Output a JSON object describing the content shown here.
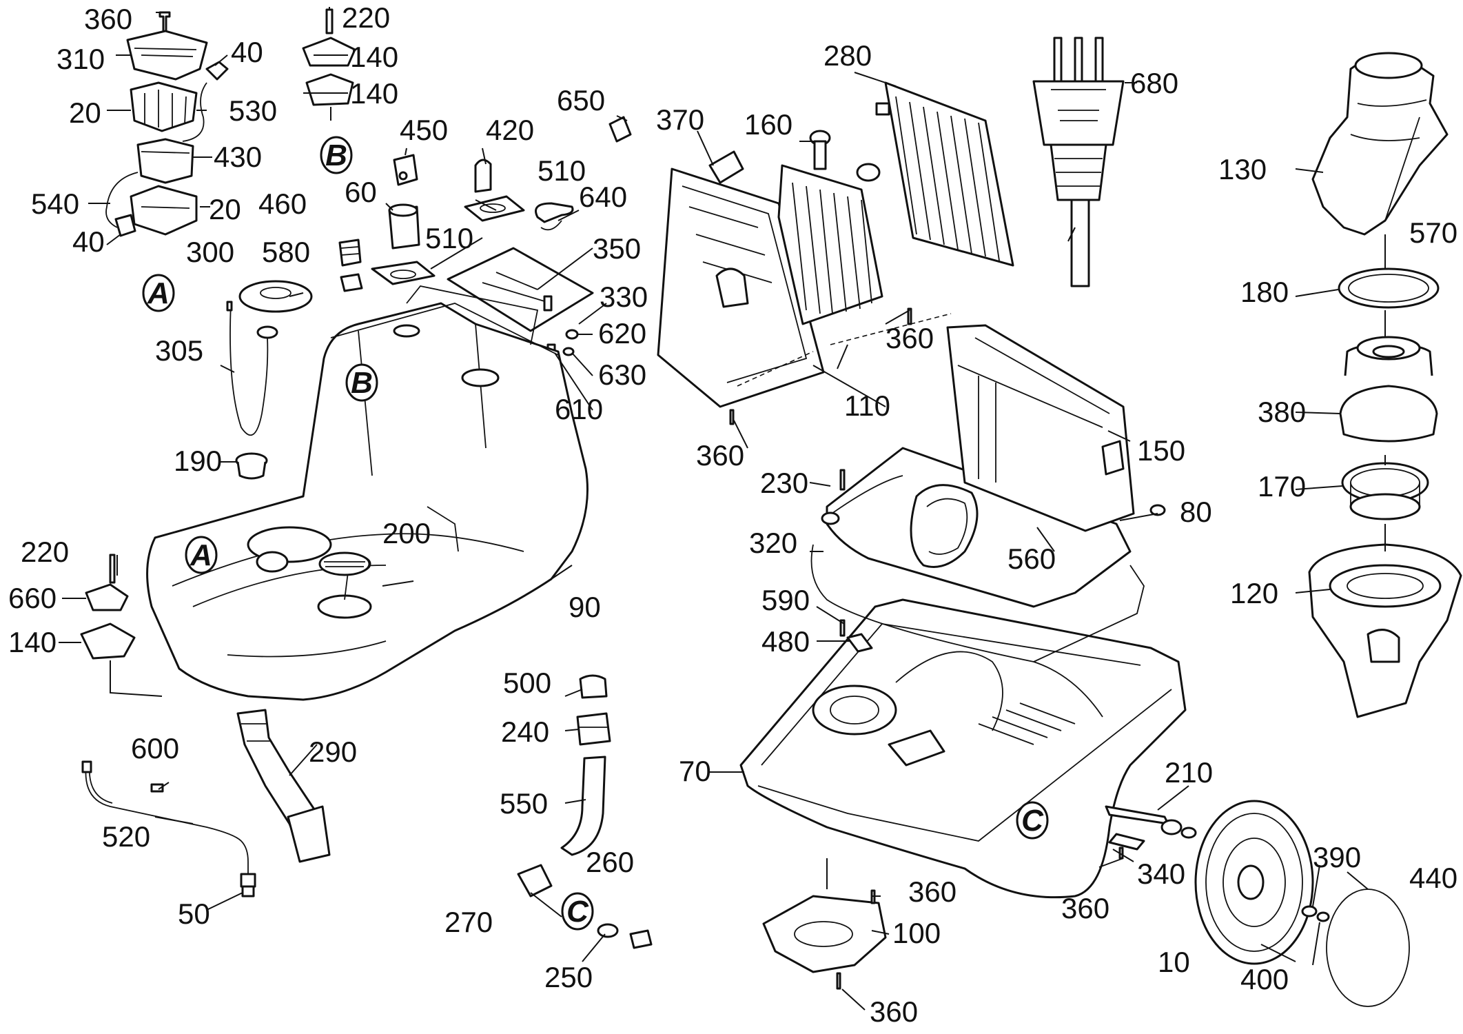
{
  "diagram": {
    "reference_markers": [
      "A",
      "B",
      "A",
      "B",
      "C",
      "C"
    ],
    "labels": [
      "360",
      "220",
      "310",
      "40",
      "140",
      "530",
      "140",
      "20",
      "430",
      "450",
      "420",
      "650",
      "370",
      "160",
      "280",
      "680",
      "130",
      "540",
      "20",
      "60",
      "510",
      "640",
      "40",
      "460",
      "510",
      "350",
      "570",
      "300",
      "580",
      "330",
      "620",
      "630",
      "610",
      "360",
      "180",
      "305",
      "110",
      "380",
      "190",
      "360",
      "150",
      "230",
      "170",
      "80",
      "200",
      "320",
      "220",
      "560",
      "660",
      "90",
      "120",
      "140",
      "590",
      "480",
      "500",
      "240",
      "600",
      "290",
      "70",
      "210",
      "550",
      "520",
      "260",
      "390",
      "440",
      "340",
      "360",
      "270",
      "360",
      "100",
      "250",
      "10",
      "400",
      "50",
      "360"
    ]
  }
}
